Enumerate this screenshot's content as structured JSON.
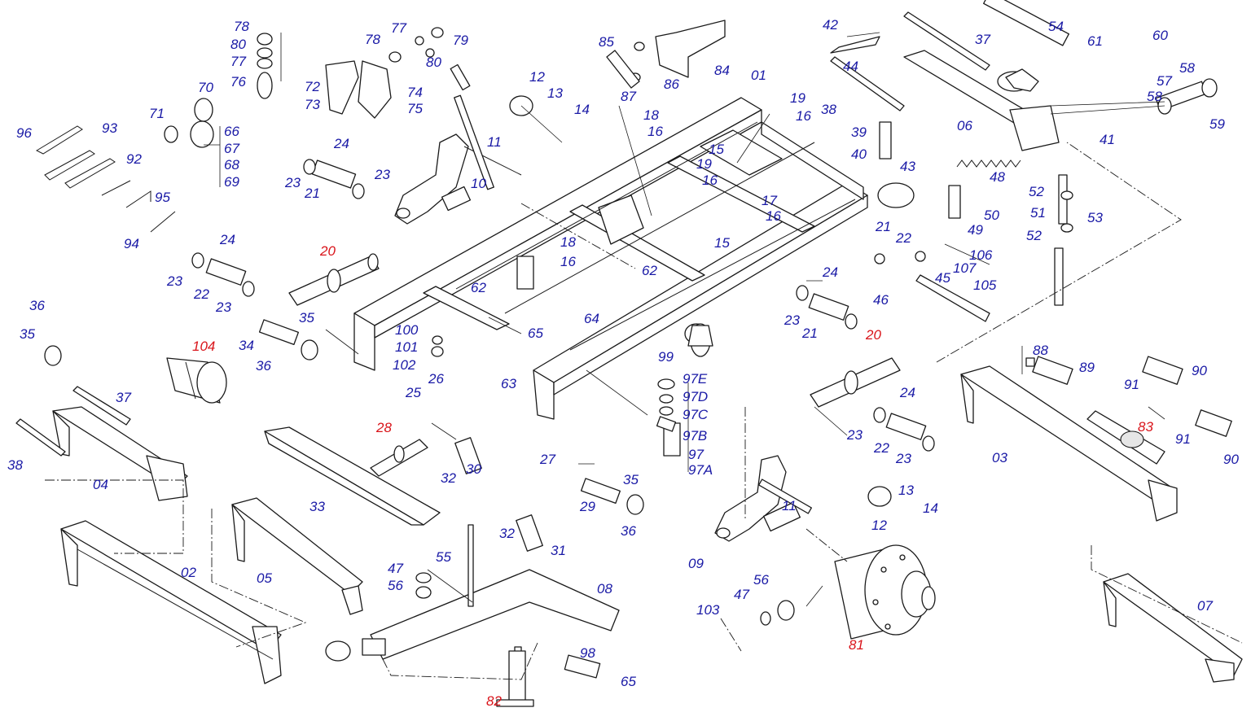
{
  "diagram": {
    "label_colors": {
      "normal": "#1a1aa6",
      "highlight": "#d9141a"
    },
    "labels": [
      {
        "t": "78",
        "c": "normal"
      },
      {
        "t": "80",
        "c": "normal"
      },
      {
        "t": "77",
        "c": "normal"
      },
      {
        "t": "76",
        "c": "normal"
      },
      {
        "t": "78",
        "c": "normal"
      },
      {
        "t": "77",
        "c": "normal"
      },
      {
        "t": "79",
        "c": "normal"
      },
      {
        "t": "80",
        "c": "normal"
      },
      {
        "t": "72",
        "c": "normal"
      },
      {
        "t": "73",
        "c": "normal"
      },
      {
        "t": "74",
        "c": "normal"
      },
      {
        "t": "75",
        "c": "normal"
      },
      {
        "t": "70",
        "c": "normal"
      },
      {
        "t": "71",
        "c": "normal"
      },
      {
        "t": "66",
        "c": "normal"
      },
      {
        "t": "67",
        "c": "normal"
      },
      {
        "t": "68",
        "c": "normal"
      },
      {
        "t": "69",
        "c": "normal"
      },
      {
        "t": "96",
        "c": "normal"
      },
      {
        "t": "93",
        "c": "normal"
      },
      {
        "t": "92",
        "c": "normal"
      },
      {
        "t": "95",
        "c": "normal"
      },
      {
        "t": "94",
        "c": "normal"
      },
      {
        "t": "24",
        "c": "normal"
      },
      {
        "t": "23",
        "c": "normal"
      },
      {
        "t": "21",
        "c": "normal"
      },
      {
        "t": "23",
        "c": "normal"
      },
      {
        "t": "24",
        "c": "normal"
      },
      {
        "t": "23",
        "c": "normal"
      },
      {
        "t": "22",
        "c": "normal"
      },
      {
        "t": "23",
        "c": "normal"
      },
      {
        "t": "20",
        "c": "highlight"
      },
      {
        "t": "12",
        "c": "normal"
      },
      {
        "t": "13",
        "c": "normal"
      },
      {
        "t": "14",
        "c": "normal"
      },
      {
        "t": "11",
        "c": "normal"
      },
      {
        "t": "10",
        "c": "normal"
      },
      {
        "t": "85",
        "c": "normal"
      },
      {
        "t": "87",
        "c": "normal"
      },
      {
        "t": "86",
        "c": "normal"
      },
      {
        "t": "84",
        "c": "normal"
      },
      {
        "t": "01",
        "c": "normal"
      },
      {
        "t": "18",
        "c": "normal"
      },
      {
        "t": "16",
        "c": "normal"
      },
      {
        "t": "19",
        "c": "normal"
      },
      {
        "t": "16",
        "c": "normal"
      },
      {
        "t": "15",
        "c": "normal"
      },
      {
        "t": "19",
        "c": "normal"
      },
      {
        "t": "16",
        "c": "normal"
      },
      {
        "t": "17",
        "c": "normal"
      },
      {
        "t": "16",
        "c": "normal"
      },
      {
        "t": "15",
        "c": "normal"
      },
      {
        "t": "18",
        "c": "normal"
      },
      {
        "t": "16",
        "c": "normal"
      },
      {
        "t": "62",
        "c": "normal"
      },
      {
        "t": "62",
        "c": "normal"
      },
      {
        "t": "64",
        "c": "normal"
      },
      {
        "t": "65",
        "c": "normal"
      },
      {
        "t": "42",
        "c": "normal"
      },
      {
        "t": "44",
        "c": "normal"
      },
      {
        "t": "37",
        "c": "normal"
      },
      {
        "t": "54",
        "c": "normal"
      },
      {
        "t": "61",
        "c": "normal"
      },
      {
        "t": "60",
        "c": "normal"
      },
      {
        "t": "38",
        "c": "normal"
      },
      {
        "t": "06",
        "c": "normal"
      },
      {
        "t": "58",
        "c": "normal"
      },
      {
        "t": "57",
        "c": "normal"
      },
      {
        "t": "58",
        "c": "normal"
      },
      {
        "t": "59",
        "c": "normal"
      },
      {
        "t": "41",
        "c": "normal"
      },
      {
        "t": "39",
        "c": "normal"
      },
      {
        "t": "40",
        "c": "normal"
      },
      {
        "t": "43",
        "c": "normal"
      },
      {
        "t": "48",
        "c": "normal"
      },
      {
        "t": "49",
        "c": "normal"
      },
      {
        "t": "50",
        "c": "normal"
      },
      {
        "t": "52",
        "c": "normal"
      },
      {
        "t": "51",
        "c": "normal"
      },
      {
        "t": "53",
        "c": "normal"
      },
      {
        "t": "52",
        "c": "normal"
      },
      {
        "t": "21",
        "c": "normal"
      },
      {
        "t": "22",
        "c": "normal"
      },
      {
        "t": "106",
        "c": "normal"
      },
      {
        "t": "107",
        "c": "normal"
      },
      {
        "t": "45",
        "c": "normal"
      },
      {
        "t": "46",
        "c": "normal"
      },
      {
        "t": "105",
        "c": "normal"
      },
      {
        "t": "24",
        "c": "normal"
      },
      {
        "t": "23",
        "c": "normal"
      },
      {
        "t": "21",
        "c": "normal"
      },
      {
        "t": "36",
        "c": "normal"
      },
      {
        "t": "35",
        "c": "normal"
      },
      {
        "t": "104",
        "c": "highlight"
      },
      {
        "t": "34",
        "c": "normal"
      },
      {
        "t": "35",
        "c": "normal"
      },
      {
        "t": "36",
        "c": "normal"
      },
      {
        "t": "100",
        "c": "normal"
      },
      {
        "t": "101",
        "c": "normal"
      },
      {
        "t": "102",
        "c": "normal"
      },
      {
        "t": "26",
        "c": "normal"
      },
      {
        "t": "63",
        "c": "normal"
      },
      {
        "t": "99",
        "c": "normal"
      },
      {
        "t": "97E",
        "c": "normal"
      },
      {
        "t": "97D",
        "c": "normal"
      },
      {
        "t": "97C",
        "c": "normal"
      },
      {
        "t": "97B",
        "c": "normal"
      },
      {
        "t": "97",
        "c": "normal"
      },
      {
        "t": "97A",
        "c": "normal"
      },
      {
        "t": "20",
        "c": "highlight"
      },
      {
        "t": "24",
        "c": "normal"
      },
      {
        "t": "23",
        "c": "normal"
      },
      {
        "t": "22",
        "c": "normal"
      },
      {
        "t": "23",
        "c": "normal"
      },
      {
        "t": "88",
        "c": "normal"
      },
      {
        "t": "89",
        "c": "normal"
      },
      {
        "t": "90",
        "c": "normal"
      },
      {
        "t": "91",
        "c": "normal"
      },
      {
        "t": "83",
        "c": "highlight"
      },
      {
        "t": "91",
        "c": "normal"
      },
      {
        "t": "90",
        "c": "normal"
      },
      {
        "t": "03",
        "c": "normal"
      },
      {
        "t": "37",
        "c": "normal"
      },
      {
        "t": "38",
        "c": "normal"
      },
      {
        "t": "04",
        "c": "normal"
      },
      {
        "t": "25",
        "c": "normal"
      },
      {
        "t": "28",
        "c": "highlight"
      },
      {
        "t": "32",
        "c": "normal"
      },
      {
        "t": "30",
        "c": "normal"
      },
      {
        "t": "33",
        "c": "normal"
      },
      {
        "t": "27",
        "c": "normal"
      },
      {
        "t": "35",
        "c": "normal"
      },
      {
        "t": "29",
        "c": "normal"
      },
      {
        "t": "36",
        "c": "normal"
      },
      {
        "t": "32",
        "c": "normal"
      },
      {
        "t": "31",
        "c": "normal"
      },
      {
        "t": "11",
        "c": "normal"
      },
      {
        "t": "13",
        "c": "normal"
      },
      {
        "t": "14",
        "c": "normal"
      },
      {
        "t": "12",
        "c": "normal"
      },
      {
        "t": "09",
        "c": "normal"
      },
      {
        "t": "02",
        "c": "normal"
      },
      {
        "t": "05",
        "c": "normal"
      },
      {
        "t": "55",
        "c": "normal"
      },
      {
        "t": "47",
        "c": "normal"
      },
      {
        "t": "56",
        "c": "normal"
      },
      {
        "t": "08",
        "c": "normal"
      },
      {
        "t": "56",
        "c": "normal"
      },
      {
        "t": "47",
        "c": "normal"
      },
      {
        "t": "103",
        "c": "normal"
      },
      {
        "t": "81",
        "c": "highlight"
      },
      {
        "t": "98",
        "c": "normal"
      },
      {
        "t": "65",
        "c": "normal"
      },
      {
        "t": "82",
        "c": "highlight"
      },
      {
        "t": "07",
        "c": "normal"
      }
    ]
  }
}
